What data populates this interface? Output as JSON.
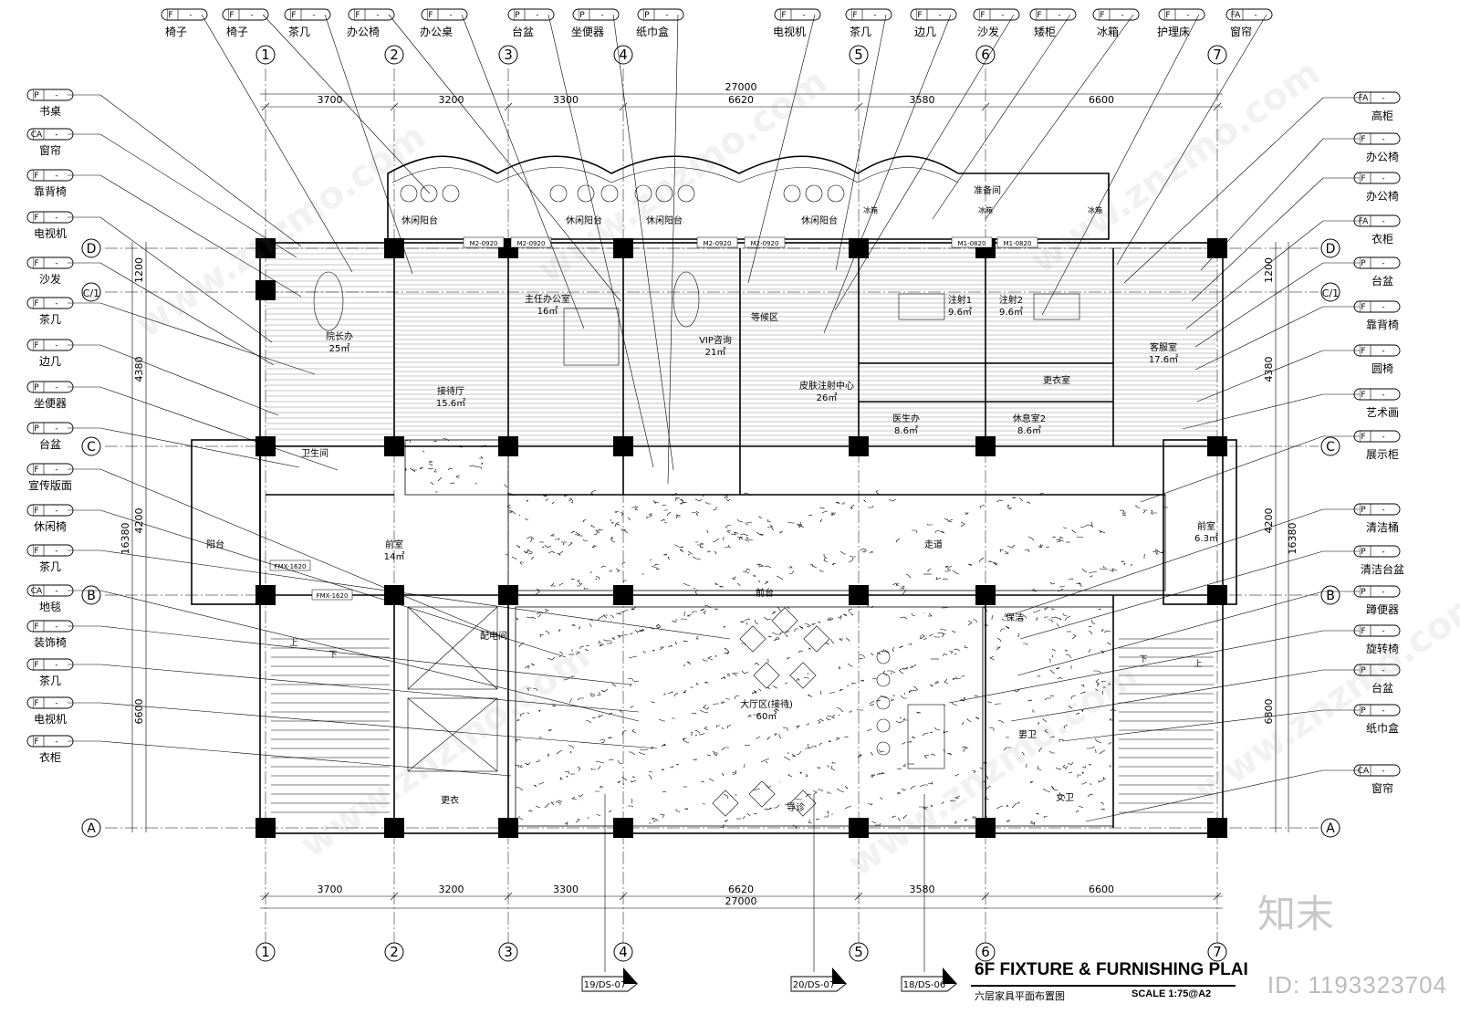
{
  "title": {
    "main": "6F FIXTURE & FURNISHING PLAI",
    "sub": "六层家具平面布置图",
    "scale": "SCALE  1:75@A2"
  },
  "watermark": {
    "id": "ID: 1193323704",
    "logo": "知末",
    "site": "www.znzmo.com"
  },
  "grid_columns": [
    "1",
    "2",
    "3",
    "4",
    "5",
    "6",
    "7"
  ],
  "grid_rows": [
    "D",
    "C/1",
    "C",
    "B",
    "A"
  ],
  "dims_top": [
    "3700",
    "3200",
    "3300",
    "6620",
    "3580",
    "6600"
  ],
  "dims_total": "27000",
  "dims_left": [
    "1200",
    "4380",
    "4200",
    "6600"
  ],
  "dims_left_total": "16380",
  "dims_right": [
    "1200",
    "4380",
    "4200",
    "6800"
  ],
  "dims_right_total": "16380",
  "top_tags": [
    {
      "code": "F",
      "label": "椅子"
    },
    {
      "code": "F",
      "label": "椅子"
    },
    {
      "code": "F",
      "label": "茶几"
    },
    {
      "code": "F",
      "label": "办公椅"
    },
    {
      "code": "F",
      "label": "办公桌"
    },
    {
      "code": "P",
      "label": "台盆"
    },
    {
      "code": "P",
      "label": "坐便器"
    },
    {
      "code": "P",
      "label": "纸巾盒"
    },
    {
      "code": "F",
      "label": "电视机"
    },
    {
      "code": "F",
      "label": "茶几"
    },
    {
      "code": "F",
      "label": "边几"
    },
    {
      "code": "F",
      "label": "沙发"
    },
    {
      "code": "F",
      "label": "矮柜"
    },
    {
      "code": "F",
      "label": "冰箱"
    },
    {
      "code": "F",
      "label": "护理床"
    },
    {
      "code": "FA",
      "label": "窗帘"
    }
  ],
  "left_tags": [
    {
      "code": "P",
      "label": "书桌"
    },
    {
      "code": "CA",
      "label": "窗帘"
    },
    {
      "code": "F",
      "label": "靠背椅"
    },
    {
      "code": "F",
      "label": "电视机"
    },
    {
      "code": "F",
      "label": "沙发"
    },
    {
      "code": "F",
      "label": "茶几"
    },
    {
      "code": "F",
      "label": "边几"
    },
    {
      "code": "P",
      "label": "坐便器"
    },
    {
      "code": "P",
      "label": "台盆"
    },
    {
      "code": "F",
      "label": "宣传版面"
    },
    {
      "code": "F",
      "label": "休闲椅"
    },
    {
      "code": "F",
      "label": "茶几"
    },
    {
      "code": "CA",
      "label": "地毯"
    },
    {
      "code": "F",
      "label": "装饰椅"
    },
    {
      "code": "F",
      "label": "茶几"
    },
    {
      "code": "F",
      "label": "电视机"
    },
    {
      "code": "F",
      "label": "衣柜"
    }
  ],
  "right_tags": [
    {
      "code": "FA",
      "label": "高柜"
    },
    {
      "code": "F",
      "label": "办公椅"
    },
    {
      "code": "F",
      "label": "办公椅"
    },
    {
      "code": "FA",
      "label": "衣柜"
    },
    {
      "code": "P",
      "label": "台盆"
    },
    {
      "code": "F",
      "label": "靠背椅"
    },
    {
      "code": "F",
      "label": "圆椅"
    },
    {
      "code": "F",
      "label": "艺术画"
    },
    {
      "code": "F",
      "label": "展示柜"
    },
    {
      "code": "P",
      "label": "清洁桶"
    },
    {
      "code": "P",
      "label": "清洁台盆"
    },
    {
      "code": "P",
      "label": "蹲便器"
    },
    {
      "code": "F",
      "label": "旋转椅"
    },
    {
      "code": "P",
      "label": "台盆"
    },
    {
      "code": "P",
      "label": "纸巾盒"
    },
    {
      "code": "CA",
      "label": "窗帘"
    }
  ],
  "tag_dash": "-",
  "rooms": [
    {
      "name": "休闲阳台",
      "area": ""
    },
    {
      "name": "休闲阳台",
      "area": ""
    },
    {
      "name": "休闲阳台",
      "area": ""
    },
    {
      "name": "休闲阳台",
      "area": ""
    },
    {
      "name": "准备间",
      "area": ""
    },
    {
      "name": "院长办",
      "area": "25㎡"
    },
    {
      "name": "接待厅",
      "area": "15.6㎡"
    },
    {
      "name": "主任办公室",
      "area": "16㎡"
    },
    {
      "name": "VIP咨询",
      "area": "21㎡"
    },
    {
      "name": "等候区",
      "area": ""
    },
    {
      "name": "皮肤注射中心",
      "area": "26㎡"
    },
    {
      "name": "注射1",
      "area": "9.6㎡"
    },
    {
      "name": "注射2",
      "area": "9.6㎡"
    },
    {
      "name": "客服室",
      "area": "17.6㎡"
    },
    {
      "name": "更衣室",
      "area": ""
    },
    {
      "name": "医生办",
      "area": "8.6㎡"
    },
    {
      "name": "休息室2",
      "area": "8.6㎡"
    },
    {
      "name": "卫生间",
      "area": ""
    },
    {
      "name": "前室",
      "area": "14㎡"
    },
    {
      "name": "前室",
      "area": "6.3㎡"
    },
    {
      "name": "阳台",
      "area": ""
    },
    {
      "name": "配电间",
      "area": ""
    },
    {
      "name": "大厅区(接待)",
      "area": "60㎡"
    },
    {
      "name": "保洁",
      "area": ""
    },
    {
      "name": "男卫",
      "area": ""
    },
    {
      "name": "女卫",
      "area": ""
    },
    {
      "name": "更衣",
      "area": ""
    },
    {
      "name": "导诊",
      "area": ""
    },
    {
      "name": "前台",
      "area": ""
    },
    {
      "name": "走道",
      "area": ""
    }
  ],
  "door_tags": [
    "M2-0920",
    "M2-0920",
    "M2-0920",
    "M2-0920",
    "M1-0820",
    "M1-0820",
    "FMX-1620",
    "FMX-1620"
  ],
  "misc_labels": {
    "fridge": "冰箱",
    "up": "上",
    "down": "下"
  },
  "section_marks": [
    "19/DS-07",
    "20/DS-07",
    "18/DS-06"
  ]
}
